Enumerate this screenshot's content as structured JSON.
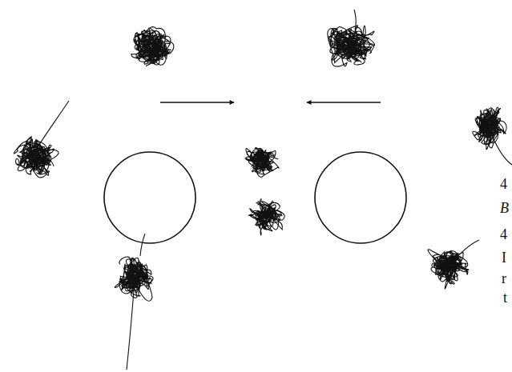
{
  "diagram": {
    "labels": [
      "4",
      "B",
      "4",
      "I",
      "r",
      "t"
    ]
  }
}
